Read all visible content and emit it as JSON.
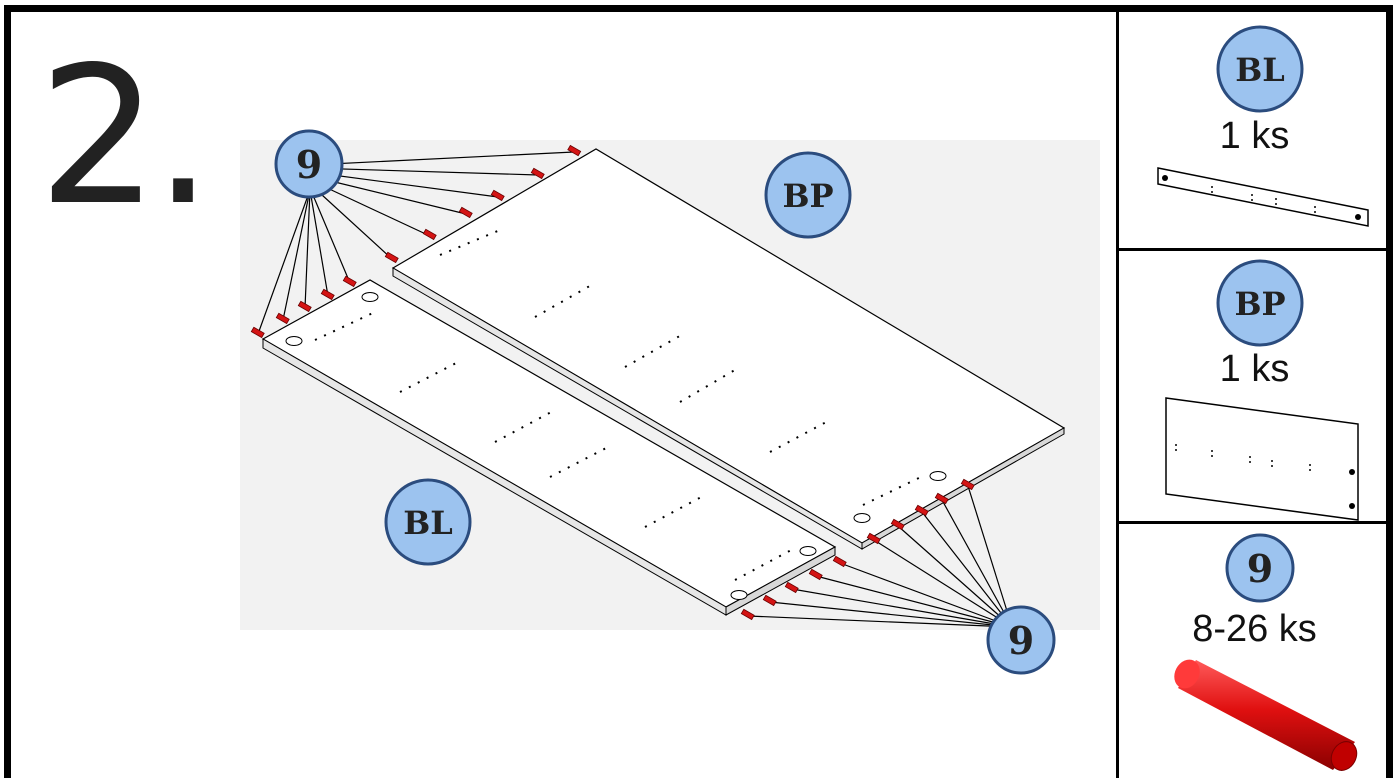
{
  "step": {
    "number": "2."
  },
  "labels": {
    "dowel": "9",
    "back_panel": "BP",
    "back_strip": "BL"
  },
  "parts_list": [
    {
      "code": "BL",
      "quantity": "1 ks"
    },
    {
      "code": "BP",
      "quantity": "1 ks"
    },
    {
      "code": "9",
      "quantity": "8-26 ks"
    }
  ],
  "colors": {
    "badge_fill": "#9cc3ef",
    "badge_stroke": "#2b4c7e",
    "dowel_red": "#d41414",
    "line": "#000000"
  }
}
